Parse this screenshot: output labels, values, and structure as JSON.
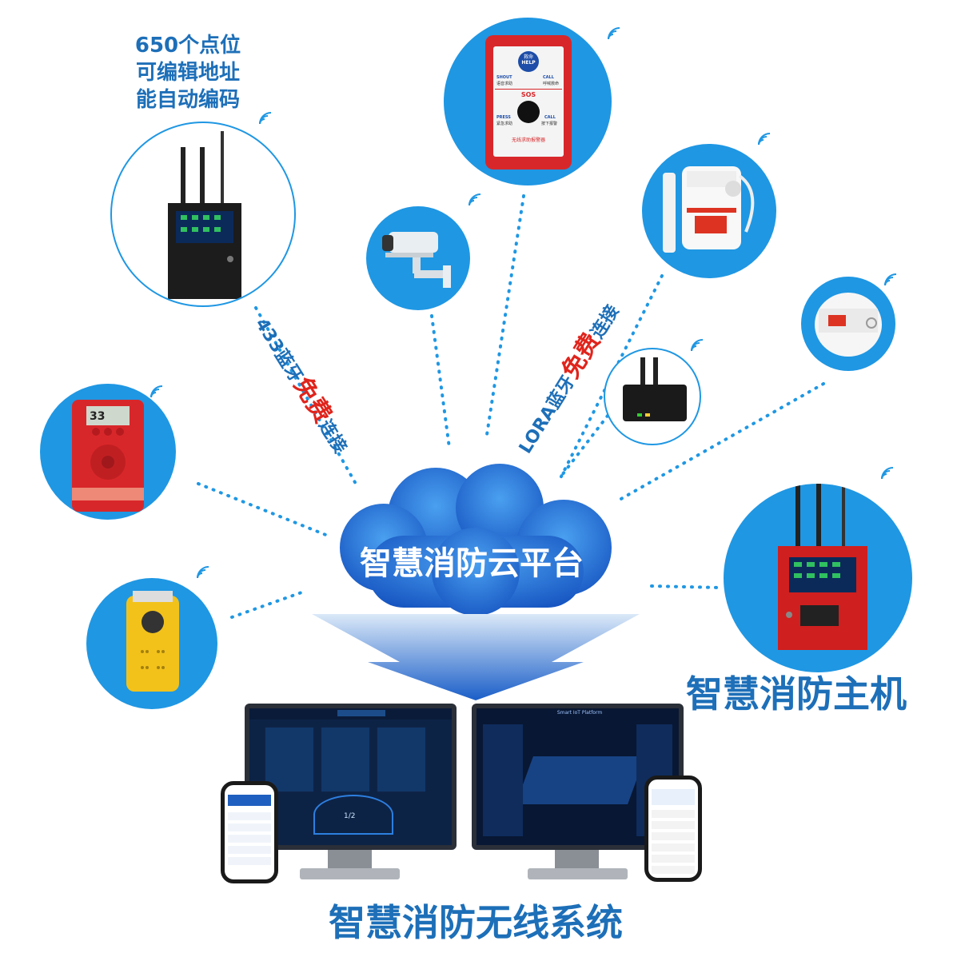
{
  "top_left_label": "650个点位\n可编辑地址\n能自动编码",
  "sos_device": {
    "help_top": "救命",
    "help_en": "HELP",
    "shout": "SHOUT",
    "shout_cn": "语音求助",
    "call_top": "CALL",
    "call_top_cn": "呼喊救命",
    "sos": "SOS",
    "press": "PRESS",
    "press_cn": "紧急求助",
    "call_bottom": "CALL",
    "call_bottom_cn": "按下报警",
    "footer": "无线求助报警器"
  },
  "left_conn_label": {
    "prefix": "433蓝牙",
    "free": "免费",
    "suffix": "连接"
  },
  "right_conn_label": {
    "prefix": "LORA蓝牙",
    "free": "免费",
    "suffix": "连接"
  },
  "cloud_title": "智慧消防云平台",
  "host_title": "智慧消防主机",
  "bottom_title": "智慧消防无线系统",
  "detector_display": "33",
  "monitor_right_title": "Smart IoT Platform",
  "monitor_left_page": "1/2",
  "colors": {
    "primary_blue": "#1f97e3",
    "label_blue": "#1d6fb8",
    "accent_red": "#e0241c",
    "cloud_blue": "#1a63c9"
  },
  "icons": [
    "wifi-icon",
    "camera-icon",
    "gas-detector-icon",
    "smoke-detector-icon",
    "gateway-icon",
    "sound-alarm-icon",
    "handheld-alarm-icon",
    "control-panel-icon",
    "cloud-icon",
    "arrow-down-icon",
    "monitor-icon",
    "phone-icon"
  ]
}
